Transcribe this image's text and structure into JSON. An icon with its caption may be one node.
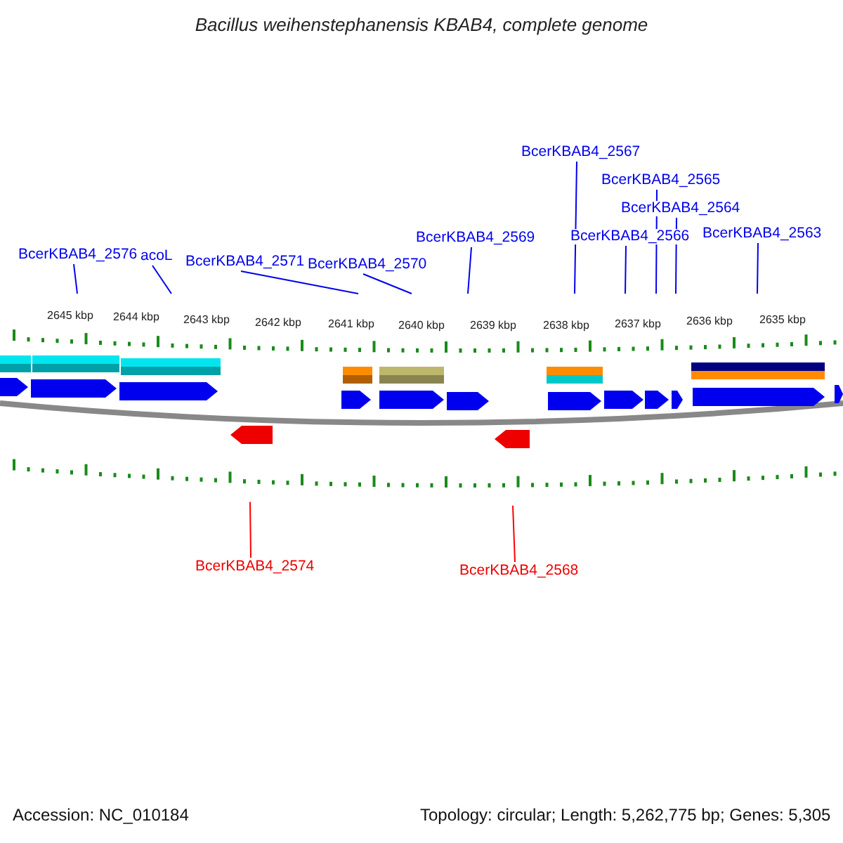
{
  "diagram": {
    "title": "Bacillus weihenstephanensis KBAB4, complete genome",
    "nodes": [
      {
        "text": [
          "BcerKBAB4_2567"
        ]
      },
      {
        "text": [
          "BcerKBAB4_2565"
        ]
      },
      {
        "text": [
          "BcerKBAB4_2564"
        ]
      },
      {
        "text": [
          "BcerKBAB4_2563"
        ]
      },
      {
        "text": [
          "BcerKBAB4_2566"
        ]
      },
      {
        "text": [
          "BcerKBAB4_2569"
        ]
      },
      {
        "text": [
          "BcerKBAB4_2576"
        ]
      },
      {
        "text": [
          "acoL"
        ]
      },
      {
        "text": [
          "BcerKBAB4_2571"
        ]
      },
      {
        "text": [
          "BcerKBAB4_2570"
        ]
      },
      {
        "text": [
          "BcerKBAB4_2574"
        ]
      },
      {
        "text": [
          "BcerKBAB4_2568"
        ]
      }
    ],
    "edges": [
      {
        "from": 0,
        "to": null,
        "arrow": "none"
      },
      {
        "from": 1,
        "to": null,
        "arrow": "none"
      },
      {
        "from": 2,
        "to": null,
        "arrow": "none"
      },
      {
        "from": 3,
        "to": null,
        "arrow": "none"
      },
      {
        "from": 4,
        "to": null,
        "arrow": "none"
      },
      {
        "from": 5,
        "to": null,
        "arrow": "none"
      },
      {
        "from": 6,
        "to": null,
        "arrow": "none"
      },
      {
        "from": 7,
        "to": null,
        "arrow": "none"
      },
      {
        "from": 8,
        "to": null,
        "arrow": "none"
      },
      {
        "from": 9,
        "to": null,
        "arrow": "none"
      },
      {
        "from": 10,
        "to": null,
        "arrow": "none",
        "color": "#ff0000"
      },
      {
        "from": 11,
        "to": null,
        "arrow": "none",
        "color": "#ff0000"
      }
    ],
    "labels": [
      "2645 kbp",
      "2644 kbp",
      "2643 kbp",
      "2642 kbp",
      "2641 kbp",
      "2640 kbp",
      "2639 kbp",
      "2638 kbp",
      "2637 kbp",
      "2636 kbp",
      "2635 kbp",
      "Accession: NC_010184",
      "Topology: circular; Length: 5,262,775 bp; Genes: 5,305"
    ]
  }
}
